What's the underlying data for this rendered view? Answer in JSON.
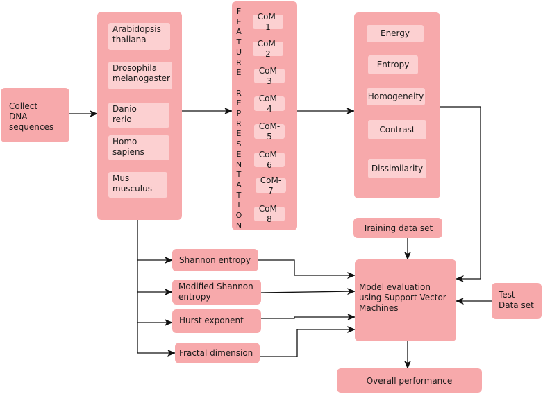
{
  "collect": {
    "line1": "Collect",
    "line2": "DNA",
    "line3": "sequences"
  },
  "organisms": [
    {
      "line1": "Arabidopsis",
      "line2": "thaliana"
    },
    {
      "line1": "Drosophila",
      "line2": "melanogaster"
    },
    {
      "line1": "Danio",
      "line2": "rerio"
    },
    {
      "line1": "Homo",
      "line2": "sapiens"
    },
    {
      "line1": "Mus",
      "line2": "musculus"
    }
  ],
  "feature_letters": [
    "F",
    "E",
    "A",
    "T",
    "U",
    "R",
    "E",
    "",
    "R",
    "E",
    "P",
    "R",
    "E",
    "S",
    "E",
    "N",
    "T",
    "A",
    "T",
    "I",
    "O",
    "N"
  ],
  "com": [
    "CoM-1",
    "CoM-2",
    "CoM-3",
    "CoM-4",
    "CoM-5",
    "CoM-6",
    "CoM-7",
    "CoM-8"
  ],
  "texture_features": [
    "Energy",
    "Entropy",
    "Homogeneity",
    "Contrast",
    "Dissimilarity"
  ],
  "measures": [
    {
      "line1": "Shannon entropy",
      "line2": ""
    },
    {
      "line1": "Modified Shannon",
      "line2": "entropy"
    },
    {
      "line1": "Hurst exponent",
      "line2": ""
    },
    {
      "line1": "Fractal dimension",
      "line2": ""
    }
  ],
  "training": "Training data set",
  "model": {
    "line1": "Model evaluation",
    "line2": "using Support Vector",
    "line3": "Machines"
  },
  "test": {
    "line1": "Test",
    "line2": "Data set"
  },
  "overall": "Overall performance"
}
